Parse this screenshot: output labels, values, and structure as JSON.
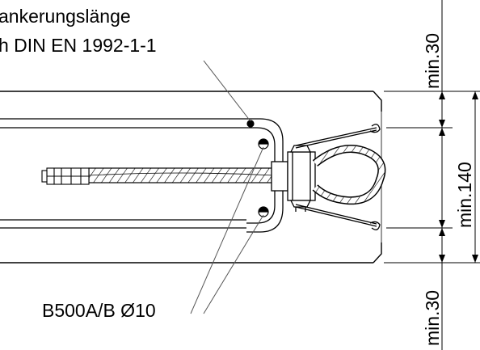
{
  "labels": {
    "anchorage_line1": "ankerungslänge",
    "anchorage_line2": "h DIN EN 1992-1-1",
    "rebar": "B500A/B Ø10"
  },
  "dimensions": {
    "top": "min.30",
    "middle": "min.140",
    "bottom": "min.30"
  },
  "colors": {
    "line": "#000000",
    "leader": "#555555",
    "background": "#ffffff"
  }
}
